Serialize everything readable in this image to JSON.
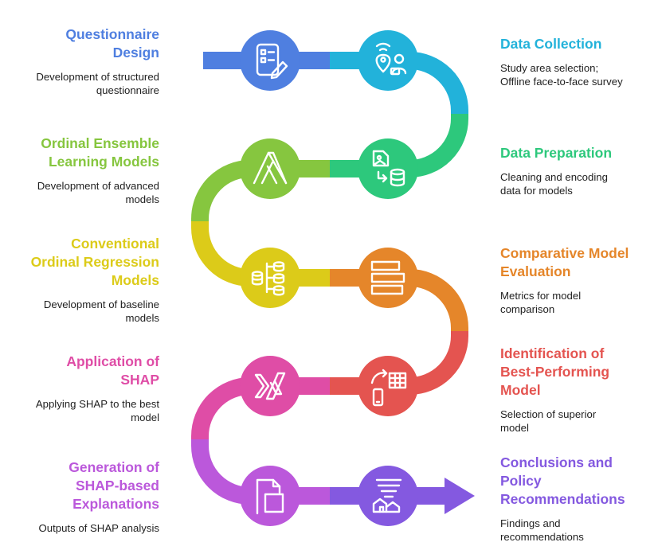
{
  "steps": [
    {
      "title": "Questionnaire\nDesign",
      "desc": "Development of structured\nquestionnaire",
      "color": "#4F7FE0",
      "icon": "questionnaire-icon"
    },
    {
      "title": "Data Collection",
      "desc": "Study area selection;\nOffline face-to-face survey",
      "color": "#22B2DA",
      "icon": "survey-location-icon"
    },
    {
      "title": "Data Preparation",
      "desc": "Cleaning and encoding\ndata for models",
      "color": "#2DC87C",
      "icon": "data-cleaning-icon"
    },
    {
      "title": "Ordinal Ensemble\nLearning Models",
      "desc": "Development of advanced\nmodels",
      "color": "#86C63F",
      "icon": "ensemble-model-icon"
    },
    {
      "title": "Conventional\nOrdinal Regression\nModels",
      "desc": "Development of baseline\nmodels",
      "color": "#DCCB19",
      "icon": "regression-hierarchy-icon"
    },
    {
      "title": "Comparative Model\nEvaluation",
      "desc": "Metrics for model\ncomparison",
      "color": "#E5862A",
      "icon": "comparison-bars-icon"
    },
    {
      "title": "Identification of\nBest-Performing\nModel",
      "desc": "Selection of superior\nmodel",
      "color": "#E45450",
      "icon": "model-selection-icon"
    },
    {
      "title": "Application of\nSHAP",
      "desc": "Applying SHAP to the best\nmodel",
      "color": "#DF4DA6",
      "icon": "shap-application-icon"
    },
    {
      "title": "Generation of\nSHAP-based\nExplanations",
      "desc": "Outputs of SHAP analysis",
      "color": "#BB58DB",
      "icon": "document-pages-icon"
    },
    {
      "title": "Conclusions and\nPolicy\nRecommendations",
      "desc": "Findings and\nrecommendations",
      "color": "#8459E0",
      "icon": "policy-recommendations-icon"
    }
  ]
}
